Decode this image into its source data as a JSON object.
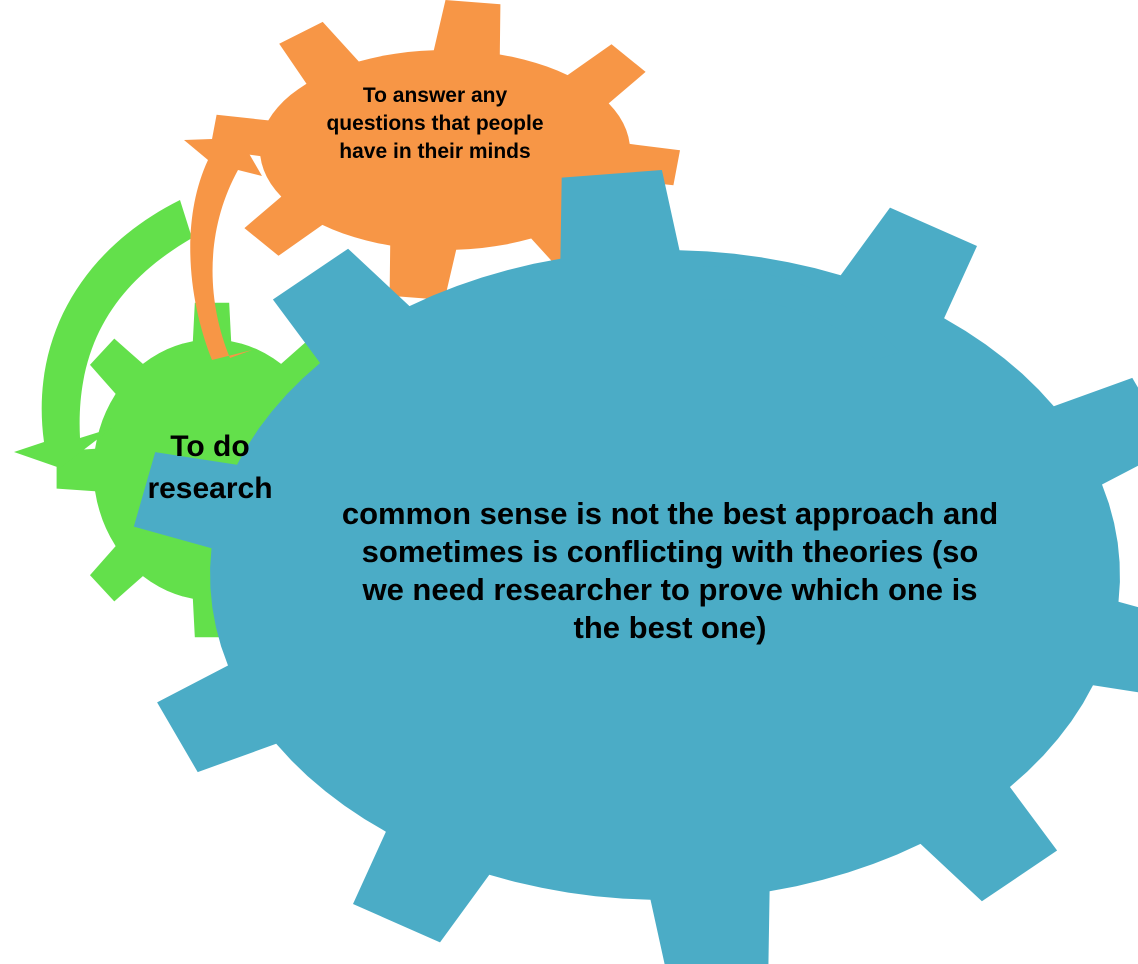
{
  "colors": {
    "orange_gear": "#F79646",
    "green_gear": "#63E04B",
    "blue_gear": "#4BACC6",
    "green_arrow": "#63E04B",
    "orange_arrow": "#F79646",
    "blue_arrow": "#4BACC6"
  },
  "gears": {
    "orange": {
      "text": "To answer any questions that people have in their minds"
    },
    "green": {
      "text": "To do research"
    },
    "blue": {
      "text": "common sense is not the best approach and sometimes is conflicting with theories (so we need researcher to prove which one is the best one)"
    }
  }
}
